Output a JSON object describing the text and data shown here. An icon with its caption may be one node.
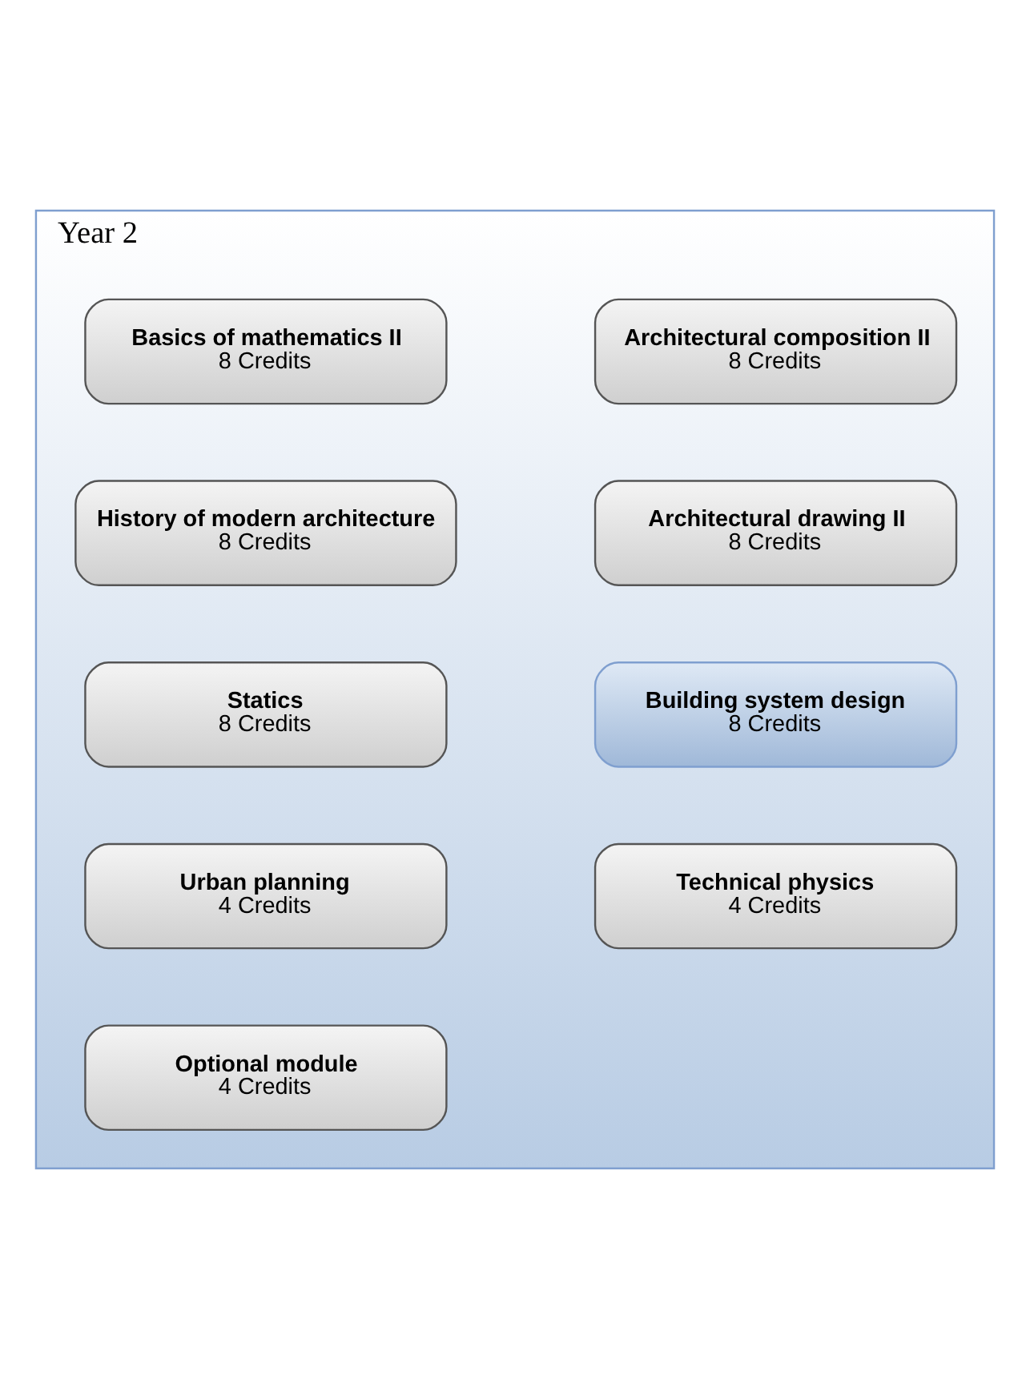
{
  "diagram": {
    "nodes": [
      {
        "text": [
          "Year 2"
        ]
      },
      {
        "text": [
          "Architectural composition II",
          "8 Credits"
        ],
        "in": 0
      },
      {
        "text": [
          "Basics of mathematics II",
          "8 Credits"
        ],
        "in": 0
      },
      {
        "text": [
          "Architectural drawing II",
          "8 Credits"
        ],
        "in": 0
      },
      {
        "text": [
          "History of modern architecture",
          "8 Credits"
        ],
        "in": 0
      },
      {
        "text": [
          "Building system design",
          "8 Credits"
        ],
        "in": 0
      },
      {
        "text": [
          "Statics",
          "8 Credits"
        ],
        "in": 0
      },
      {
        "text": [
          "Technical physics",
          "4 Credits"
        ],
        "in": 0
      },
      {
        "text": [
          "Urban planning",
          "4 Credits"
        ],
        "in": 0
      },
      {
        "text": [
          "Optional module",
          "4 Credits"
        ],
        "in": 0
      }
    ]
  }
}
